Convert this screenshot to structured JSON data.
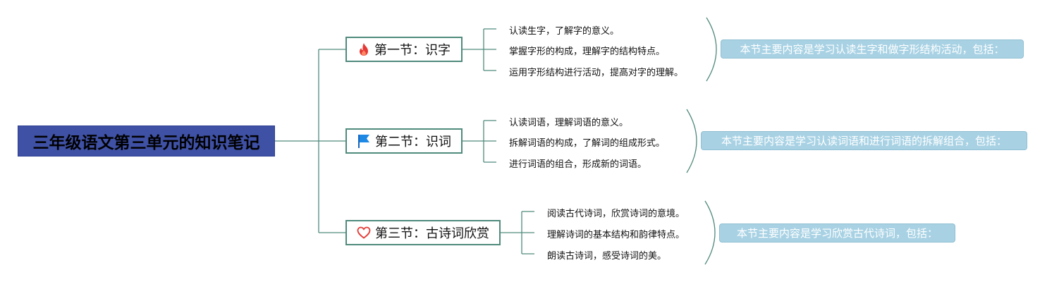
{
  "root": {
    "title": "三年级语文第三单元的知识笔记"
  },
  "sections": [
    {
      "title": "第一节：识字",
      "icon": "fire-icon",
      "items": [
        "认读生字，了解字的意义。",
        "掌握字形的构成，理解字的结构特点。",
        "运用字形结构进行活动，提高对字的理解。"
      ],
      "summary": "本节主要内容是学习认读生字和做字形结构活动，包括："
    },
    {
      "title": "第二节：识词",
      "icon": "flag-icon",
      "items": [
        "认读词语，理解词语的意义。",
        "拆解词语的构成，了解词的组成形式。",
        "进行词语的组合，形成新的词语。"
      ],
      "summary": "本节主要内容是学习认读词语和进行词语的拆解组合，包括："
    },
    {
      "title": "第三节：古诗词欣赏",
      "icon": "heart-icon",
      "items": [
        "阅读古代诗词，欣赏诗词的意境。",
        "理解诗词的基本结构和韵律特点。",
        "朗读古诗词，感受诗词的美。"
      ],
      "summary": "本节主要内容是学习欣赏古代诗词，包括："
    }
  ],
  "colors": {
    "root_bg": "#3f51a5",
    "branch": "#4f8a7c",
    "summary_bg": "#a8d2e4",
    "fire": "#e53935",
    "flag": "#1e88e5",
    "heart": "#e53935"
  }
}
